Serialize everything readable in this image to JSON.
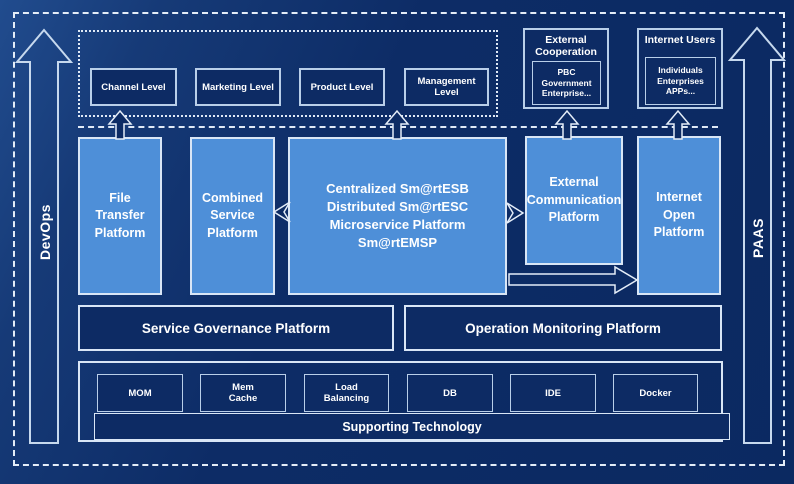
{
  "diagram": {
    "rails": {
      "devops": "DevOps",
      "paas": "PAAS"
    },
    "levels": {
      "items": [
        {
          "label": "Channel Level"
        },
        {
          "label": "Marketing Level"
        },
        {
          "label": "Product Level"
        },
        {
          "label": "Management Level"
        }
      ]
    },
    "external_cooperation": {
      "title": "External\nCooperation",
      "member": "PBC Government\nEnterprise..."
    },
    "internet_users": {
      "title": "Internet Users",
      "member": "Individuals\nEnterprises\nAPPs..."
    },
    "platforms": {
      "file_transfer": "File\nTransfer\nPlatform",
      "combined_service": "Combined\nService\nPlatform",
      "esb": "Centralized Sm@rtESB\nDistributed Sm@rtESC\nMicroservice Platform Sm@rtEMSP",
      "external_communication": "External\nCommunication\nPlatform",
      "internet_open": "Internet\nOpen\nPlatform"
    },
    "governance": "Service Governance Platform",
    "monitoring": "Operation Monitoring Platform",
    "supporting": {
      "technologies": [
        {
          "label": "MOM"
        },
        {
          "label": "Mem\nCache"
        },
        {
          "label": "Load\nBalancing"
        },
        {
          "label": "DB"
        },
        {
          "label": "IDE"
        },
        {
          "label": "Docker"
        }
      ],
      "bar": "Supporting Technology"
    },
    "colors": {
      "background": "#0c2b64",
      "background_sheen": "#214c8e",
      "platform_fill": "#4e8fd8",
      "line": "#dfe9f6",
      "text": "#ffffff"
    }
  }
}
